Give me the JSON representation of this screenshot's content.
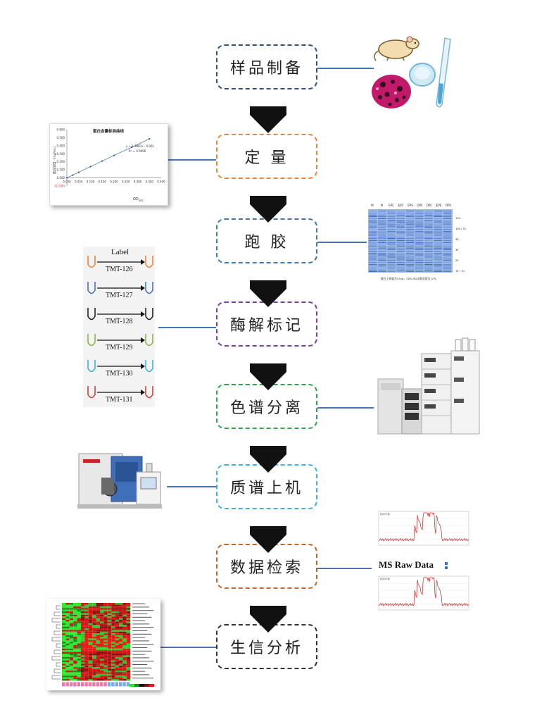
{
  "steps": [
    {
      "label": "样品制备",
      "color": "#2f4f7f"
    },
    {
      "label": "定 量",
      "color": "#e8863a"
    },
    {
      "label": "跑 胶",
      "color": "#3f78b0"
    },
    {
      "label": "酶解标记",
      "color": "#7a3e9d"
    },
    {
      "label": "色谱分离",
      "color": "#2aa84a"
    },
    {
      "label": "质谱上机",
      "color": "#3ab4e0"
    },
    {
      "label": "数据检索",
      "color": "#c8642a"
    },
    {
      "label": "生信分析",
      "color": "#333333"
    }
  ],
  "quant_panel": {
    "title": "蛋白含量标准曲线",
    "equation": "y = 1.3881x - 0.001",
    "r2": "R² = 0.9996",
    "ylabel": "蛋白浓度（mg/mL）",
    "xlabel": "OD",
    "xsub": "562",
    "yticks": [
      "0.600",
      "0.500",
      "0.400",
      "0.300",
      "0.200",
      "0.100",
      "0.000",
      "(0.100)"
    ],
    "xticks": [
      "0.000",
      "0.050",
      "0.100",
      "0.150",
      "0.200",
      "0.250",
      "0.300",
      "0.350",
      "0.400"
    ],
    "points": [
      [
        0.0,
        0.0
      ],
      [
        0.025,
        0.035
      ],
      [
        0.05,
        0.07
      ],
      [
        0.1,
        0.14
      ],
      [
        0.15,
        0.21
      ],
      [
        0.2,
        0.28
      ],
      [
        0.275,
        0.38
      ],
      [
        0.35,
        0.485
      ]
    ]
  },
  "gel_panel": {
    "lanes": [
      "M",
      "N",
      "EPC",
      "EPC",
      "EPS",
      "OPC",
      "OPC",
      "EPE",
      "OPS"
    ],
    "markers": [
      "130",
      "100 / 70",
      "40",
      "35",
      "25",
      "15 / 10"
    ],
    "caption": "蛋白上样量为15ug，SDS-PAGE胶浓度为12%"
  },
  "label_panel": {
    "header": "Label",
    "tags": [
      {
        "name": "TMT-126",
        "color": "#e8863a"
      },
      {
        "name": "TMT-127",
        "color": "#4a74b8"
      },
      {
        "name": "TMT-128",
        "color": "#222222"
      },
      {
        "name": "TMT-129",
        "color": "#8bb34a"
      },
      {
        "name": "TMT-130",
        "color": "#3ab4e0"
      },
      {
        "name": "TMT-131",
        "color": "#c8443a"
      }
    ]
  },
  "ms_panel": {
    "label": "MS Raw Data",
    "axis_label": "相对丰度"
  },
  "heatmap_panel": {
    "rows": 46,
    "cols": 18
  },
  "colors": {
    "connector": "#4a74b8",
    "arrow": "#111111"
  }
}
